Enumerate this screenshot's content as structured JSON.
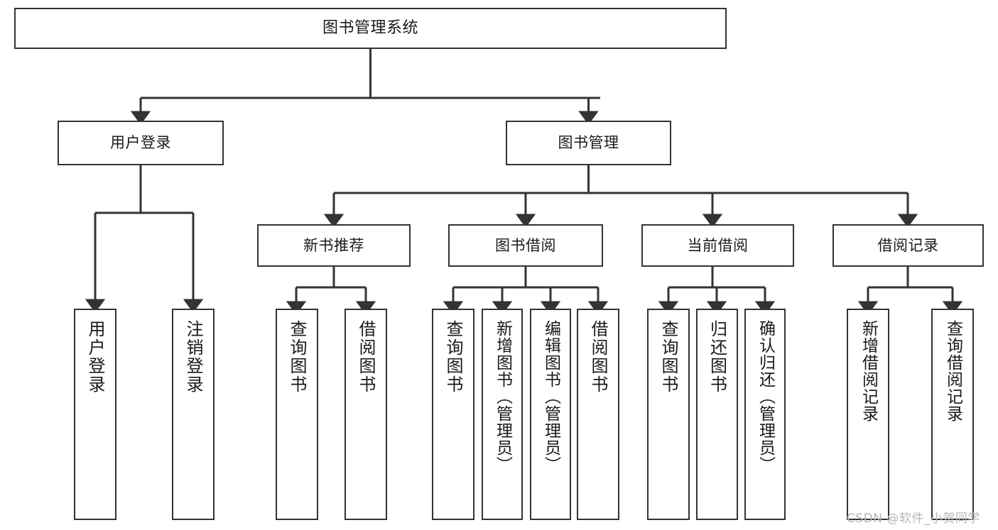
{
  "diagram": {
    "title": "图书管理系统",
    "type": "tree-hierarchy-diagram",
    "colors": {
      "box_border": "#333333",
      "box_fill": "#ffffff",
      "connector": "#333333",
      "text": "#1a1a1a",
      "watermark": "#b7b7b7",
      "background": "#ffffff"
    },
    "root": {
      "id": "root",
      "label": "图书管理系统"
    },
    "level2": [
      {
        "id": "user-login",
        "label": "用户登录"
      },
      {
        "id": "book-manage",
        "label": "图书管理"
      }
    ],
    "level3": [
      {
        "id": "new-book-recommend",
        "label": "新书推荐"
      },
      {
        "id": "book-borrow",
        "label": "图书借阅"
      },
      {
        "id": "current-borrow",
        "label": "当前借阅"
      },
      {
        "id": "borrow-record",
        "label": "借阅记录"
      }
    ],
    "leaves": {
      "user_login": [
        {
          "id": "leaf-user-login",
          "label": "用户登录"
        },
        {
          "id": "leaf-logout-login",
          "label": "注销登录"
        }
      ],
      "new_book_recommend": [
        {
          "id": "leaf-query-book-1",
          "label": "查询图书"
        },
        {
          "id": "leaf-borrow-book-1",
          "label": "借阅图书"
        }
      ],
      "book_borrow": [
        {
          "id": "leaf-query-book-2",
          "label": "查询图书"
        },
        {
          "id": "leaf-add-book",
          "label": "新增图书（管理员）"
        },
        {
          "id": "leaf-edit-book",
          "label": "编辑图书（管理员）"
        },
        {
          "id": "leaf-borrow-book-2",
          "label": "借阅图书"
        }
      ],
      "current_borrow": [
        {
          "id": "leaf-query-book-3",
          "label": "查询图书"
        },
        {
          "id": "leaf-return-book",
          "label": "归还图书"
        },
        {
          "id": "leaf-confirm-return",
          "label": "确认归还（管理员）"
        }
      ],
      "borrow_record": [
        {
          "id": "leaf-add-record",
          "label": "新增借阅记录"
        },
        {
          "id": "leaf-query-record",
          "label": "查询借阅记录"
        }
      ]
    },
    "watermark": "CSDN @软件_小贺同学"
  }
}
